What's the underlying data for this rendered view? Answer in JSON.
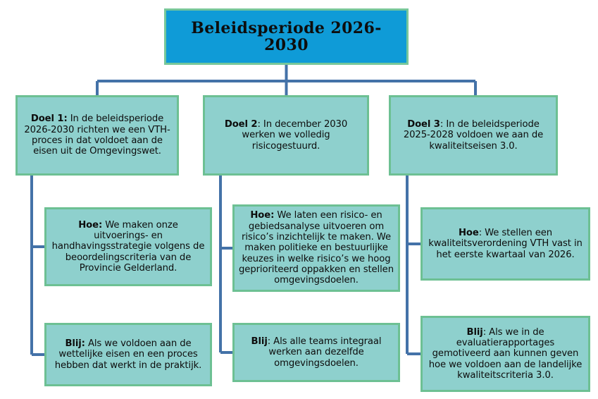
{
  "diagram": {
    "title": "Beleidsperiode  2026-2030",
    "colors": {
      "title_fill": "#0f9bd7",
      "box_fill": "#8ed0cd",
      "box_border": "#6dc093",
      "connector": "#4472a8",
      "text": "#0d0d0d"
    },
    "columns": [
      {
        "goal": {
          "label": "Doel 1:",
          "text": " In de beleidsperiode 2026-2030 richten we een VTH-proces in dat voldoet aan de eisen uit de Omgevingswet."
        },
        "hoe": {
          "label": "Hoe:",
          "text": " We maken onze uitvoerings- en handhavingsstrategie volgens de beoordelingscriteria van de Provincie Gelderland."
        },
        "blij": {
          "label": "Blij:",
          "text": " Als we voldoen aan de wettelijke eisen en een proces hebben dat werkt in de praktijk."
        }
      },
      {
        "goal": {
          "label": "Doel 2",
          "text": ":  In december 2030 werken we volledig risicogestuurd."
        },
        "hoe": {
          "label": "Hoe:",
          "text": " We laten een risico- en gebiedsanalyse uitvoeren om risico’s inzichtelijk te maken. We maken politieke en bestuurlijke keuzes in welke risico’s we hoog geprioriteerd oppakken en stellen omgevingsdoelen."
        },
        "blij": {
          "label": "Blij",
          "text": ":  Als alle teams integraal werken aan dezelfde omgevingsdoelen."
        }
      },
      {
        "goal": {
          "label": "Doel 3",
          "text": ":  In de beleidsperiode 2025-2028 voldoen we aan de kwaliteitseisen 3.0."
        },
        "hoe": {
          "label": "Hoe",
          "text": ": We stellen een kwaliteitsverordening VTH vast in het eerste kwartaal van 2026."
        },
        "blij": {
          "label": "Blij",
          "text": ": Als we in de evaluatierapportages gemotiveerd aan kunnen geven hoe we voldoen aan de landelijke kwaliteitscriteria 3.0."
        }
      }
    ]
  }
}
